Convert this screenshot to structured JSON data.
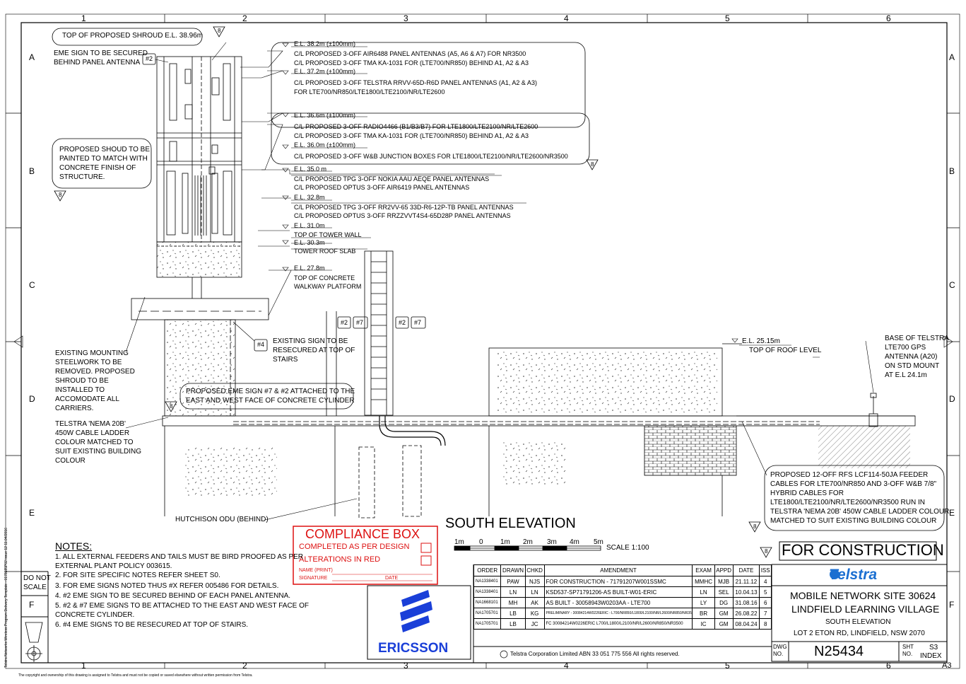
{
  "grid": {
    "cols": [
      "1",
      "2",
      "3",
      "4",
      "5",
      "6"
    ],
    "rows": [
      "A",
      "B",
      "C",
      "D",
      "E",
      "F"
    ]
  },
  "elevations": [
    {
      "el": "E.L. 38.2m (±100mm)",
      "lines": [
        "C/L PROPOSED 3-OFF AIR6488 PANEL ANTENNAS (A5, A6 & A7) FOR NR3500",
        "C/L PROPOSED 3-OFF TMA KA-1031 FOR (LTE700/NR850) BEHIND A1, A2 & A3"
      ]
    },
    {
      "el": "E.L. 37.2m (±100mm)",
      "lines": [
        "C/L PROPOSED 3-OFF TELSTRA RRVV-65D-R6D PANEL ANTENNAS (A1, A2 & A3)",
        "FOR LTE700/NR850/LTE1800/LTE2100/NR/LTE2600"
      ]
    },
    {
      "el": "E.L. 36.6m (±100mm)",
      "lines": [
        "C/L PROPOSED 3-OFF RADIO4466 (B1/B3/B7) FOR LTE1800/LTE2100/NR/LTE2600",
        "C/L PROPOSED 3-OFF TMA KA-1031 FOR (LTE700/NR850) BEHIND A1, A2 & A3"
      ]
    },
    {
      "el": "E.L. 36.0m (±100mm)",
      "lines": [
        "C/L PROPOSED 3-OFF W&B JUNCTION BOXES FOR LTE1800/LTE2100/NR/LTE2600/NR3500"
      ]
    },
    {
      "el": "E.L. 35.0 m",
      "lines": [
        "C/L PROPOSED TPG 3-OFF NOKIA AAU AEQE PANEL ANTENNAS",
        "C/L PROPOSED OPTUS 3-OFF AIR6419 PANEL ANTENNAS"
      ]
    },
    {
      "el": "E.L. 32.8m",
      "lines": [
        "C/L PROPOSED TPG 3-OFF RR2VV-65 33D-R6-12P-TB PANEL ANTENNAS",
        "C/L PROPOSED OPTUS 3-OFF RRZZVVT4S4-65D28P PANEL ANTENNAS"
      ]
    },
    {
      "el": "E.L. 31.0m",
      "lines": [
        "TOP OF TOWER WALL"
      ]
    },
    {
      "el": "E.L. 30.3m",
      "lines": [
        "TOWER ROOF SLAB"
      ]
    },
    {
      "el": "E.L. 27.8m",
      "lines": [
        "TOP OF CONCRETE",
        "WALKWAY PLATFORM"
      ]
    }
  ],
  "notes_left": {
    "shroud_top": "TOP OF PROPOSED SHROUD E.L. 38.96m",
    "eme_sign": [
      "EME SIGN TO BE SECURED",
      "BEHIND PANEL ANTENNA"
    ],
    "paint": [
      "PROPOSED SHOUD TO BE",
      "PAINTED TO MATCH WITH",
      "CONCRETE FINISH OF",
      "STRUCTURE."
    ],
    "mounting": [
      "EXISTING MOUNTING",
      "STEELWORK TO BE",
      "REMOVED. PROPOSED",
      "SHROUD TO BE",
      "INSTALLED TO",
      "ACCOMODATE ALL",
      "CARRIERS."
    ],
    "ladder": [
      "TELSTRA 'NEMA 20B'",
      "450W CABLE LADDER",
      "COLOUR MATCHED TO",
      "SUIT EXISTING BUILDING",
      "COLOUR"
    ],
    "existing_sign": [
      "EXISTING SIGN TO BE",
      "RESECURED AT TOP OF",
      "STAIRS"
    ],
    "eme_cyl": [
      "PROPOSED EME SIGN #7 & #2 ATTACHED TO THE",
      "EAST AND WEST FACE OF CONCRETE CYLINDER"
    ],
    "odu": "HUTCHISON ODU (BEHIND)"
  },
  "notes_right": {
    "roof_el": "E.L.      25.15m",
    "roof_lbl": "TOP OF ROOF LEVEL",
    "gps": [
      "BASE OF TELSTRA",
      "LTE700 GPS",
      "ANTENNA (A20)",
      "ON STD MOUNT",
      "AT E.L 24.1m"
    ],
    "feeder": [
      "PROPOSED 12-OFF RFS LCF114-50JA FEEDER",
      "CABLES FOR LTE700/NR850 AND 3-OFF W&B 7/8\"",
      "HYBRID CABLES FOR",
      "LTE1800/LTE2100/NR/LTE2600/NR3500 RUN IN",
      "TELSTRA 'NEMA 20B' 450W CABLE LADDER COLOUR",
      "MATCHED TO SUIT EXISTING BUILDING COLOUR"
    ]
  },
  "tags": {
    "t2": "#2",
    "t7": "#7",
    "t4": "#4",
    "t8": "8"
  },
  "title": "SOUTH ELEVATION",
  "scale": {
    "ticks": [
      "1m",
      "0",
      "1m",
      "2m",
      "3m",
      "4m",
      "5m"
    ],
    "label": "SCALE 1:100"
  },
  "compliance": {
    "title": "COMPLIANCE BOX",
    "l1": "COMPLETED AS PER DESIGN",
    "l2": "ALTERATIONS IN RED",
    "name": "NAME (PRINT)",
    "sig": "SIGNATURE",
    "date": "DATE"
  },
  "notes": {
    "heading": "NOTES:",
    "items": [
      "1. ALL EXTERNAL FEEDERS AND TAILS MUST BE BIRD PROOFED AS PER",
      "EXTERNAL PLANT POLICY 003615.",
      "2. FOR SITE SPECIFIC NOTES REFER SHEET S0.",
      "3. FOR EME SIGNS NOTED THUS #X REFER 005486 FOR DETAILS.",
      "4. #2  EME SIGN TO BE SECURED BEHIND OF EACH PANEL ANTENNA.",
      "5. #2 & #7  EME SIGNS TO BE ATTACHED TO THE EAST AND WEST FACE OF",
      "CONCRETE CYLINDER.",
      "6. #4  EME SIGNS TO BE RESECURED AT TOP OF STAIRS."
    ]
  },
  "do_not_scale": [
    "DO NOT",
    "SCALE"
  ],
  "for_construction": "FOR CONSTRUCTION",
  "revisions": {
    "headers": [
      "ORDER",
      "DRAWN",
      "CHKD",
      "AMENDMENT",
      "EXAM",
      "APPD",
      "DATE",
      "ISS"
    ],
    "rows": [
      [
        "NA1338401",
        "PAW",
        "NJS",
        "FOR CONSTRUCTION - 71791207W001SSMC",
        "MMHC",
        "MJB",
        "21.11.12",
        "4"
      ],
      [
        "NA1338401",
        "LN",
        "LN",
        "KSD537-SP71791206-AS BUILT-W01-ERIC",
        "LN",
        "SEL",
        "10.04.13",
        "5"
      ],
      [
        "NA1668101",
        "MH",
        "AK",
        "AS BUILT - 30058943W0203AA - LTE700",
        "LY",
        "DG",
        "31.08.16",
        "6"
      ],
      [
        "NA1705701",
        "LB",
        "KG",
        "PRELIMINARY - 30084214W0226ERIC - L700/NR850/L1800/L2100/NR/L2600/NR850/NR3500",
        "BR",
        "GM",
        "26.08.22",
        "7"
      ],
      [
        "NA1705701",
        "LB",
        "JC",
        "FC 30084214W0226ERIC L700/L1800/L2100/NR/L2600/NR850/NR3500",
        "IC",
        "GM",
        "08.04.24",
        "8"
      ]
    ]
  },
  "telstra": "Telstra",
  "site": {
    "l1": "MOBILE NETWORK SITE 30624",
    "l2": "LINDFIELD LEARNING VILLAGE",
    "l3": "SOUTH ELEVATION",
    "l4": "LOT 2 ETON RD, LINDFIELD, NSW 2070"
  },
  "dwg": {
    "label1": "DWG",
    "label2": "NO.",
    "no": "N25434",
    "sht1": "SHT",
    "sht2": "NO.",
    "sheet": "S3",
    "index": "INDEX"
  },
  "copyright": "Telstra Corporation Limited ABN 33 051 775 556   All rights reserved.",
  "ericsson": "ERICSSON",
  "footer": "The copyright and ownership of this drawing is assigned to Telstra and must not be copied or saved elsewhere without written permission from Telstra.",
  "side_note": "Telstra Networks Wireless Program Delivery Template - 0178685P02 issue 12 11.04/2016",
  "a3": "A3",
  "colors": {
    "red": "#dd1111",
    "telstra_blue": "#1b6fd1",
    "ericsson_blue": "#1a3fd8"
  }
}
